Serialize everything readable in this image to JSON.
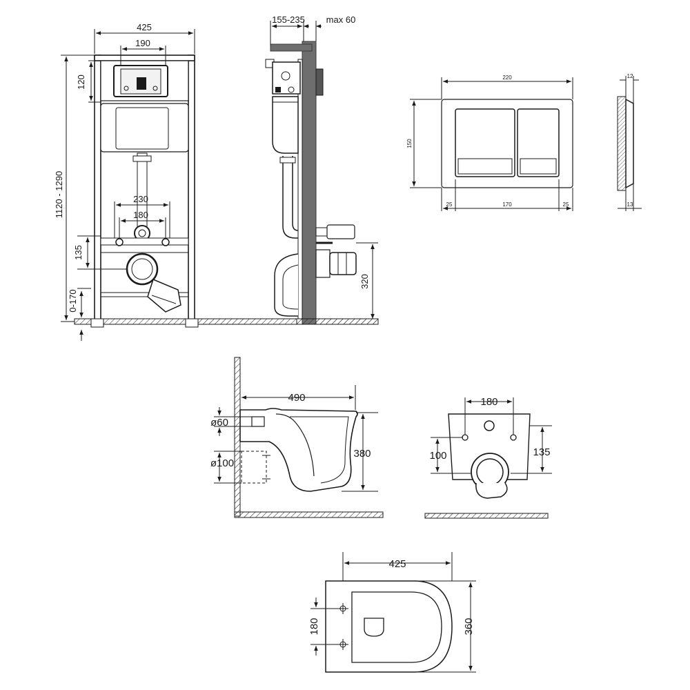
{
  "figure": {
    "frame_front": {
      "width_total": "425",
      "width_flush_plate": "190",
      "height_top_section": "120",
      "height_range": "1120 - 1290",
      "bolt_spacing_outer": "230",
      "bolt_spacing_inner": "180",
      "outlet_height": "135",
      "leg_adjust": "0-170"
    },
    "frame_side": {
      "depth_range": "155-235",
      "max_wall": "max 60",
      "outlet_height": "320"
    },
    "flush_plate": {
      "width": "220",
      "height": "150",
      "button_span": "170",
      "margin_left": "25",
      "margin_right": "25",
      "thickness_top": "12",
      "thickness_bottom": "13"
    },
    "bowl_side": {
      "length": "490",
      "inlet_diameter": "ø60",
      "outlet_diameter": "ø100",
      "height": "380"
    },
    "bowl_rear": {
      "bolt_spacing": "180",
      "inlet_height": "100",
      "bolt_height": "135"
    },
    "bowl_top": {
      "width": "425",
      "length": "360",
      "bolt_spacing": "180"
    }
  }
}
